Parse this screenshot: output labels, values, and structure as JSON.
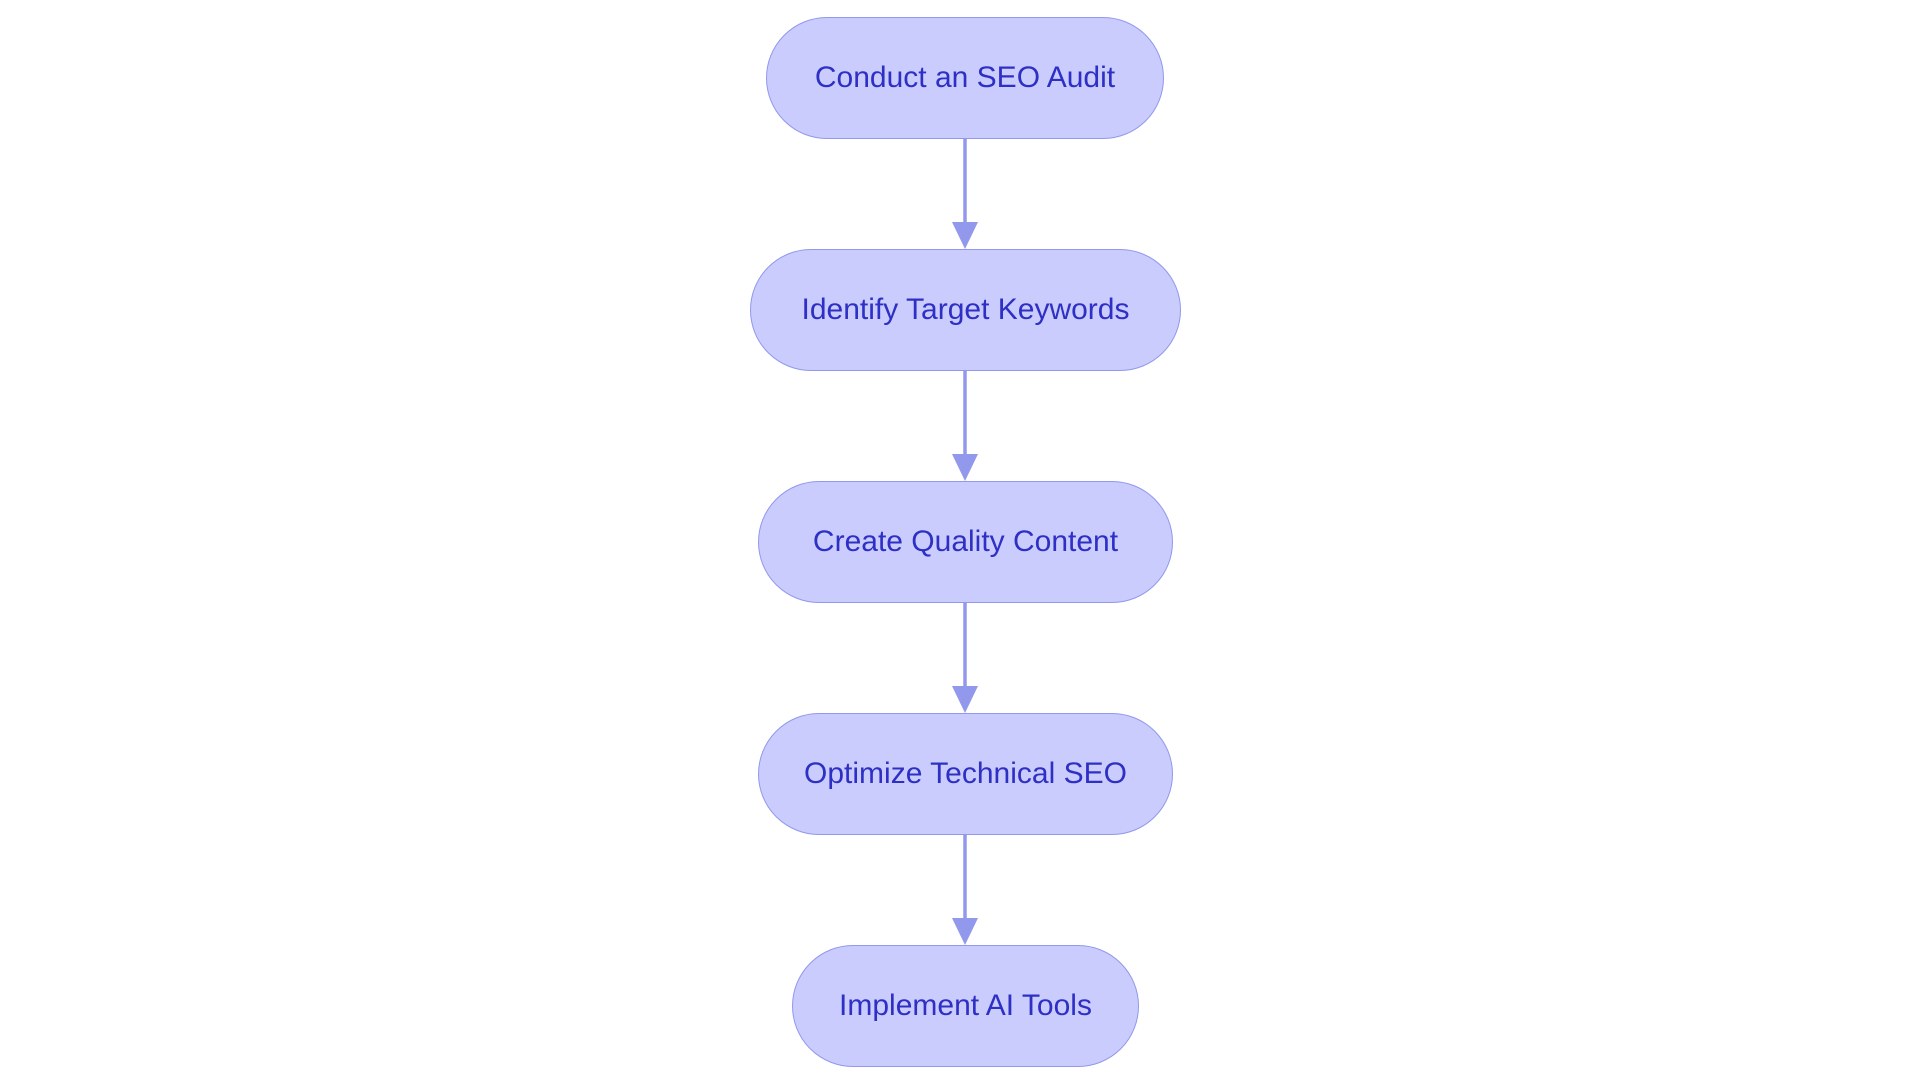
{
  "diagram": {
    "steps": [
      {
        "id": "n1",
        "label": "Conduct an SEO Audit"
      },
      {
        "id": "n2",
        "label": "Identify Target Keywords"
      },
      {
        "id": "n3",
        "label": "Create Quality Content"
      },
      {
        "id": "n4",
        "label": "Optimize Technical SEO"
      },
      {
        "id": "n5",
        "label": "Implement AI Tools"
      }
    ],
    "edges": [
      {
        "from": "n1",
        "to": "n2"
      },
      {
        "from": "n2",
        "to": "n3"
      },
      {
        "from": "n3",
        "to": "n4"
      },
      {
        "from": "n4",
        "to": "n5"
      }
    ],
    "colors": {
      "node_fill": "#C9CCFC",
      "node_border": "#9298EC",
      "text": "#2E2FC4",
      "edge": "#9298EC"
    }
  }
}
